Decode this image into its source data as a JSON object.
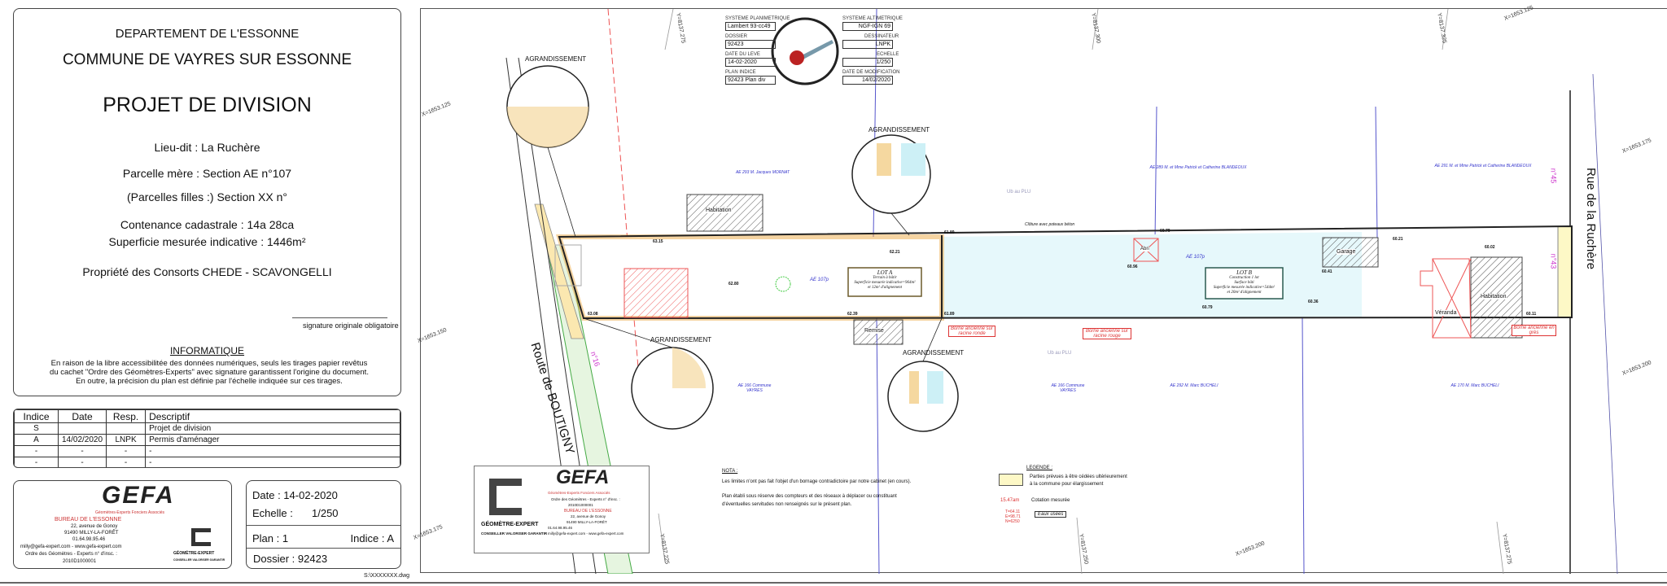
{
  "title_block": {
    "department": "DEPARTEMENT DE L'ESSONNE",
    "commune": "COMMUNE DE VAYRES SUR ESSONNE",
    "project": "PROJET DE DIVISION",
    "lieu_dit": "Lieu-dit : La Ruchère",
    "parcelle_mere": "Parcelle mère : Section AE n°107",
    "parcelles_filles": "(Parcelles filles :) Section XX n°",
    "contenance": "Contenance cadastrale : 14a 28ca",
    "superficie": "Superficie mesurée indicative : 1446m²",
    "proprietaire": "Propriété des Consorts CHEDE - SCAVONGELLI",
    "signature": "signature originale obligatoire",
    "info_title": "INFORMATIQUE",
    "info_text": "En raison de la libre accessibilitée des données numériques, seuls les tirages papier revêtus du cachet \"Ordre des Géomètres-Experts\" avec signature garantissent l'origine du document. En outre, la précision du plan est définie par l'échelle indiquée sur ces tirages."
  },
  "revisions": {
    "headers": [
      "Indice",
      "Date",
      "Resp.",
      "Descriptif"
    ],
    "rows": [
      [
        "S",
        "",
        "",
        "Projet de division"
      ],
      [
        "A",
        "14/02/2020",
        "LNPK",
        "Permis d'aménager"
      ],
      [
        "-",
        "-",
        "-",
        "-"
      ],
      [
        "-",
        "-",
        "-",
        "-"
      ],
      [
        "-",
        "-",
        "-",
        "-"
      ]
    ]
  },
  "company": {
    "logo": "GEFA",
    "tagline": "Géomètres-Experts Fonciers Associés",
    "bureau": "BUREAU DE L'ESSONNE",
    "address1": "22, avenue de Gonoy",
    "address2": "91490 MILLY-LA-FORÊT",
    "phone": "01.64.98.95.46",
    "contact": "milly@gefa-expert.com  -  www.gefa-expert.com",
    "ordre": "Ordre des Géomètres - Experts n° d'insc. :",
    "insc": "2010D1000001",
    "badge": "GÉOMÈTRE-EXPERT",
    "badge_sub": "CONSEILLER VALORISER GARANTIR"
  },
  "sheet": {
    "date": "Date :  14-02-2020",
    "echelle_label": "Echelle :",
    "echelle": "1/250",
    "plan": "Plan : 1",
    "indice": "Indice : A",
    "dossier": "Dossier :  92423",
    "file": "S:\\XXXXXXX.dwg"
  },
  "plan_header": {
    "sys_plan_label": "SYSTEME PLANIMETRIQUE",
    "sys_plan": "Lambert 93-cc49",
    "sys_alt_label": "SYSTEME ALTIMETRIQUE",
    "sys_alt": "NGF-IGN 69",
    "dossier_label": "DOSSIER",
    "dossier": "92423",
    "dessinateur_label": "DESSINATEUR",
    "dessinateur": "LNPK",
    "date_leve_label": "DATE DU LEVE",
    "date_leve": "14-02-2020",
    "echelle_label": "ECHELLE",
    "echelle": "1/250",
    "plan_indice_label": "PLAN INDICE",
    "plan_indice": "92423 Plan div",
    "date_modif_label": "DATE DE MODIFICATION",
    "date_modif": "14/02/2020"
  },
  "plan": {
    "roads": {
      "east": "Rue de la Ruchère",
      "west": "Route de BOUTIGNY"
    },
    "enlargement": "AGRANDISSEMENT",
    "lot_a": {
      "title": "LOT A",
      "l1": "Terrain à bâtir",
      "l2": "Superficie mesurée indicative=964m²",
      "l3": "et 12m² d'alignement"
    },
    "lot_b": {
      "title": "LOT B",
      "l1": "Construction 1 lot",
      "l2": "Surface bâti",
      "l3": "Superficie mesurée indicative=544m²",
      "l4": "et 20m² d'alignement"
    },
    "parcel": "AE 107p",
    "labels": {
      "habitation": "Habitation",
      "remise": "Remise",
      "garage": "Garage",
      "veranda": "Véranda",
      "abri": "Abri",
      "zone_plu": "Ub au PLU",
      "borne1": "Borne ancienne sur racine ronde",
      "borne2": "Borne ancienne en grès",
      "borne3": "Borne ancienne sur racine rouge",
      "cloture": "Clôture avec poteaux béton",
      "no45": "n°45",
      "no43": "n°43",
      "no16": "n°16"
    },
    "neighbours": [
      "AE 293 M. Jacques MORNAT",
      "AE 289 M. et Mme Patrick et Catherine BLANDEOUX",
      "AE 291 M. et Mme Patrick et Catherine BLANDEOUX",
      "AE 166 Commune VAYRES",
      "AE 292 M. Marc BUCHELI",
      "AE 170 M. Marc BUCHELI"
    ],
    "heights": [
      "63.15",
      "62.21",
      "62.80",
      "63.08",
      "62.39",
      "61.89",
      "61.89",
      "60.79",
      "60.96",
      "60.41",
      "60.21",
      "60.02",
      "60.36",
      "60.79",
      "60.11"
    ],
    "coords": [
      "X=1653.125",
      "X=1653.150",
      "X=1653.175",
      "X=1653.200",
      "Y=8137.225",
      "Y=8137.250",
      "Y=8137.275",
      "Y=8137.300",
      "Y=8137.325"
    ]
  },
  "nota": {
    "title": "NOTA :",
    "l1": "Les limites n'ont pas fait l'objet d'un bornage contradictoire par notre cabinet (en cours).",
    "l2": "Plan établi sous réserve des compteurs et des réseaux à déplacer ou constituant",
    "l3": "d'éventuelles servitudes non renseignés sur le présent plan."
  },
  "legend": {
    "title": "LEGENDE :",
    "swatch1": "Parties prévues à être cédées ultérieurement",
    "swatch2": "à la commune pour élargissement",
    "cote": "15.47am",
    "cote_label": "Cotation mesurée",
    "pt1": "T=64.11",
    "pt2": "E=98.71",
    "pt3": "N=6250",
    "box": "Eaux usées",
    "swatch_color": "#fdf8c6"
  }
}
